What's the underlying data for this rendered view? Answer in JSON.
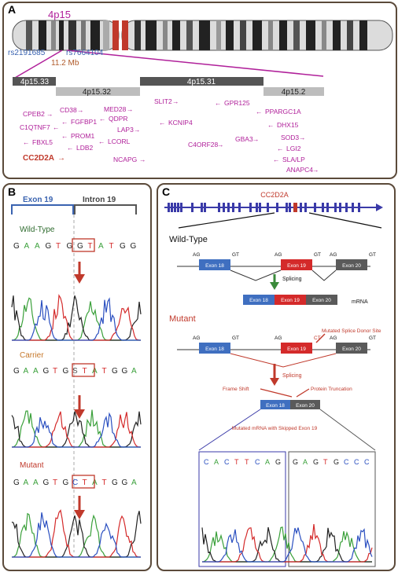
{
  "panelA": {
    "label": "A",
    "chromosome_band": "4p15",
    "snp_left": "rs2191685",
    "snp_right": "rs7664104",
    "region_size": "11.2 Mb",
    "bands": [
      "4p15.33",
      "4p15.32",
      "4p15.31",
      "4p15.2"
    ],
    "genes": {
      "cpeb2": "CPEB2",
      "c1qtnf7": "C1QTNF7",
      "fbxl5": "FBXL5",
      "cd38": "CD38",
      "fgfbp1": "FGFBP1",
      "prom1": "PROM1",
      "ldb2": "LDB2",
      "med28": "MED28",
      "qdpr": "QDPR",
      "lap3": "LAP3",
      "lcorl": "LCORL",
      "ncapg": "NCAPG",
      "slit2": "SLIT2",
      "kcnip4": "KCNIP4",
      "c4orf28": "C4ORF28",
      "gpr125": "GPR125",
      "gba3": "GBA3",
      "ppargc1a": "PPARGC1A",
      "dhx15": "DHX15",
      "sod3": "SOD3",
      "lgi2": "LGI2",
      "sla_lp": "SLA/LP",
      "anapc4": "ANAPC4"
    },
    "highlight_gene": "CC2D2A"
  },
  "panelB": {
    "label": "B",
    "exon_label": "Exon 19",
    "intron_label": "Intron 19",
    "wt_label": "Wild-Type",
    "carrier_label": "Carrier",
    "mutant_label": "Mutant",
    "wt_seq": [
      "G",
      "A",
      "A",
      "G",
      "T",
      "G",
      "G",
      "T",
      "A",
      "T",
      "G",
      "G"
    ],
    "carrier_seq": [
      "G",
      "A",
      "A",
      "G",
      "T",
      "G",
      "S",
      "T",
      "A",
      "T",
      "G",
      "G",
      "A"
    ],
    "mutant_seq": [
      "G",
      "A",
      "A",
      "G",
      "T",
      "G",
      "C",
      "T",
      "A",
      "T",
      "G",
      "G",
      "A"
    ]
  },
  "panelC": {
    "label": "C",
    "gene_title": "CC2D2A",
    "wt_label": "Wild-Type",
    "mutant_label": "Mutant",
    "exon18": "Exon 18",
    "exon19": "Exon 19",
    "exon20": "Exon 20",
    "ag": "AG",
    "gt": "GT",
    "ct": "CT",
    "splicing": "Splicing",
    "mrna": "mRNA",
    "mutated_site": "Mutated Splice Donor Site",
    "frame_shift": "Frame Shift",
    "protein_truncation": "Protein Truncation",
    "skipped_caption": "Mutated mRNA with Skipped Exon 19",
    "seq_left": [
      "C",
      "A",
      "C",
      "T",
      "T",
      "C",
      "A",
      "G"
    ],
    "seq_right": [
      "G",
      "A",
      "G",
      "T",
      "G",
      "C",
      "C",
      "C"
    ]
  },
  "colors": {
    "magenta": "#b0209a",
    "red_text": "#c0392b",
    "blue_snp": "#3a63b0",
    "exon_blue": "#3f6fc0",
    "exon_red": "#d42a2a",
    "exon_grey": "#5a5a5a",
    "gene_line": "#3a3aa8",
    "green": "#3a8a3a",
    "orange": "#c6772a"
  }
}
